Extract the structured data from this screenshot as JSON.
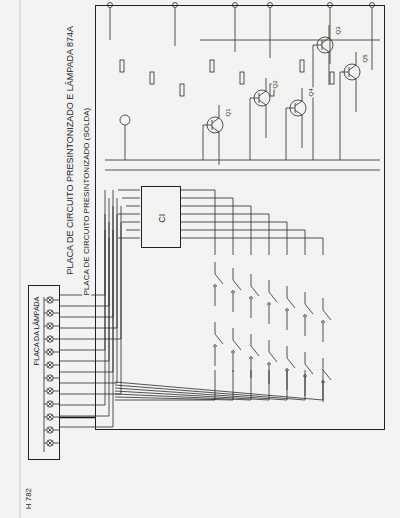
{
  "diagram": {
    "title": "PLACA DE CIRCUITO PRESINTONIZADO E LÂMPADA 874A",
    "nodes": [
      {
        "text": [
          "PLACA DA LÂMPADA"
        ]
      },
      {
        "text": [
          "PLACA DE CIRCUITO PRESINTONIZADO (SOLDA)"
        ]
      },
      {
        "text": [
          "CI"
        ],
        "in": 1
      }
    ],
    "edges": [
      {
        "from": 0,
        "to": 1,
        "arrow": "none"
      }
    ],
    "labels": [
      "H 782",
      "Q1",
      "Q2",
      "Q3",
      "Q4",
      "Q5"
    ]
  }
}
